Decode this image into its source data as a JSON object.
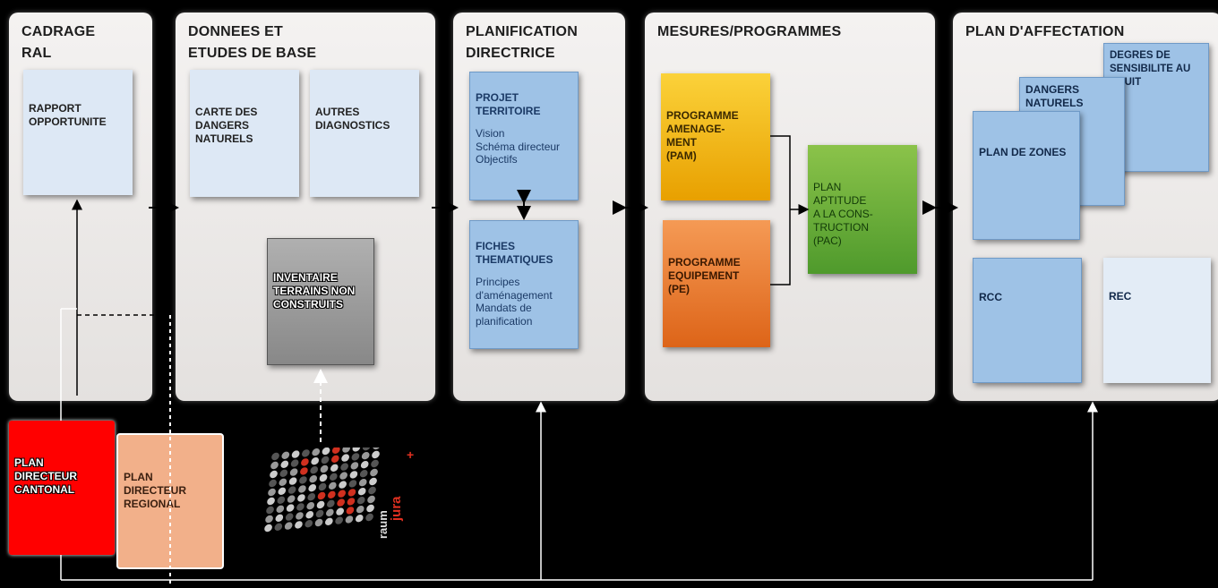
{
  "panels": {
    "cadrage": "CADRAGE\nRAL",
    "donnees": "DONNEES ET\nETUDES DE BASE",
    "planification": "PLANIFICATION\nDIRECTRICE",
    "mesures": "MESURES/PROGRAMMES",
    "affectation": "PLAN D'AFFECTATION"
  },
  "boxes": {
    "rapport": "RAPPORT\nOPPORTUNITE",
    "carte_dangers": "CARTE DES\nDANGERS\nNATURELS",
    "autres_diag": "AUTRES\nDIAGNOSTICS",
    "inventaire": "INVENTAIRE\nTERRAINS NON\nCONSTRUITS",
    "projet_title": "PROJET\nTERRITOIRE",
    "projet_body": "Vision\nSchéma directeur\nObjectifs",
    "fiches_title": "FICHES\nTHEMATIQUES",
    "fiches_body": "Principes\nd'aménagement\nMandats de\nplanification",
    "pam": "PROGRAMME\nAMENAGE-\nMENT\n(PAM)",
    "pe": "PROGRAMME\nEQUIPEMENT\n(PE)",
    "pac": "PLAN\nAPTITUDE\nA LA CONS-\nTRUCTION\n(PAC)",
    "degres": "DEGRES DE\nSENSIBILITE AU\nBRUIT",
    "dangers_nat": "DANGERS\nNATURELS",
    "plan_zones": "PLAN DE ZONES",
    "rcc": "RCC",
    "rec": "REC",
    "pdc": "PLAN\nDIRECTEUR\nCANTONAL",
    "pdr": "PLAN\nDIRECTEUR\nREGIONAL"
  },
  "logo": {
    "text1": "raum",
    "text2": "jura",
    "plus": "+"
  },
  "colors": {
    "panel": "#ecebea",
    "blue": "#9ec2e6",
    "pam": "#f5b800",
    "pe": "#ec7a2a",
    "pac": "#6ab04a",
    "pdc": "#ff0000",
    "pdr": "#f2b08a",
    "inventaire": "#9a9a9a"
  }
}
